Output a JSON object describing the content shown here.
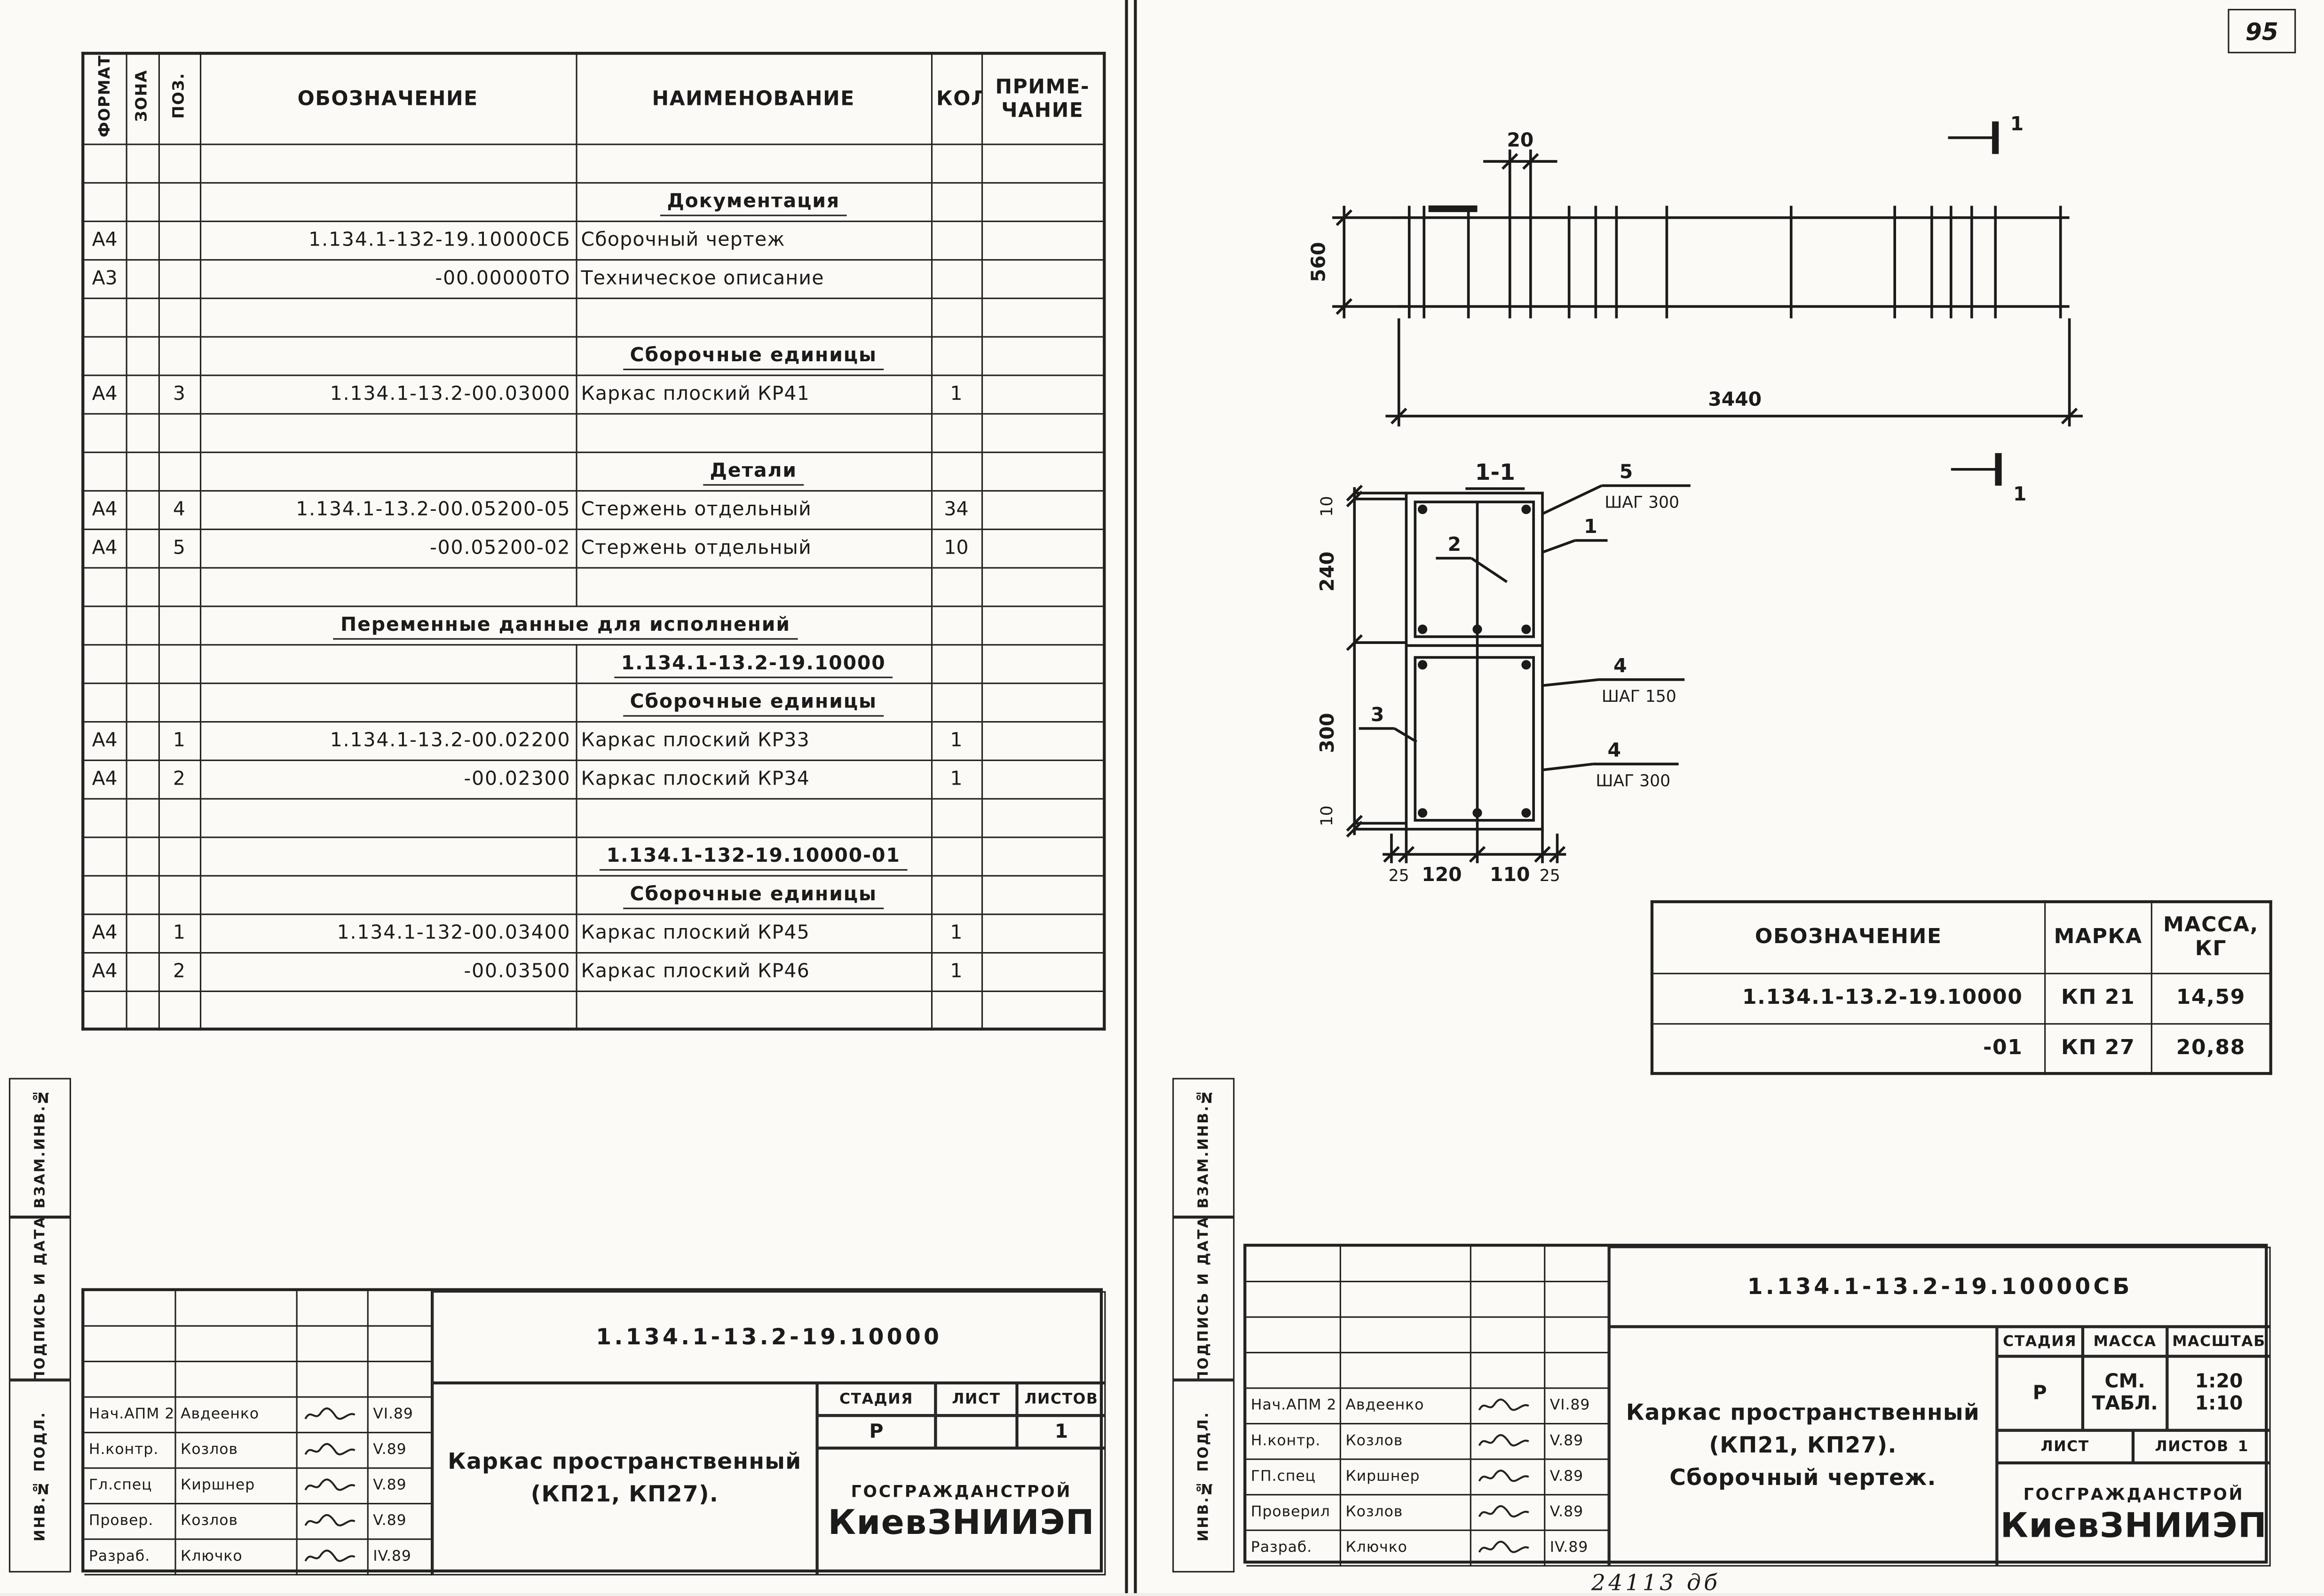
{
  "page_number": "95",
  "colors": {
    "ink": "#1b1b1b",
    "paper": "#fbfaf6"
  },
  "side_labels": [
    "ВЗАМ.ИНВ.№",
    "ПОДПИСЬ И ДАТА",
    "ИНВ.№ ПОДЛ."
  ],
  "left_sheet": {
    "spec_table": {
      "headers": {
        "format": "ФОРМАТ",
        "zone": "ЗОНА",
        "pos": "ПОЗ.",
        "designation": "ОБОЗНАЧЕНИЕ",
        "name": "НАИМЕНОВАНИЕ",
        "qty": "КОЛ.",
        "note": "ПРИМЕ-\nЧАНИЕ"
      },
      "rows": [
        {
          "type": "empty"
        },
        {
          "type": "section",
          "name": "Документация"
        },
        {
          "type": "item",
          "format": "А4",
          "pos": "",
          "designation": "1.134.1-132-19.10000СБ",
          "name": "Сборочный чертеж",
          "qty": ""
        },
        {
          "type": "item",
          "format": "А3",
          "pos": "",
          "designation": "-00.00000ТО",
          "name": "Техническое описание",
          "qty": ""
        },
        {
          "type": "empty"
        },
        {
          "type": "section",
          "name": "Сборочные единицы"
        },
        {
          "type": "item",
          "format": "А4",
          "pos": "3",
          "designation": "1.134.1-13.2-00.03000",
          "name": "Каркас плоский КР41",
          "qty": "1"
        },
        {
          "type": "empty"
        },
        {
          "type": "section",
          "name": "Детали"
        },
        {
          "type": "item",
          "format": "А4",
          "pos": "4",
          "designation": "1.134.1-13.2-00.05200-05",
          "name": "Стержень отдельный",
          "qty": "34"
        },
        {
          "type": "item",
          "format": "А4",
          "pos": "5",
          "designation": "-00.05200-02",
          "name": "Стержень отдельный",
          "qty": "10"
        },
        {
          "type": "empty"
        },
        {
          "type": "span",
          "name": "Переменные данные для исполнений"
        },
        {
          "type": "section",
          "name": "1.134.1-13.2-19.10000"
        },
        {
          "type": "section",
          "name": "Сборочные единицы"
        },
        {
          "type": "item",
          "format": "А4",
          "pos": "1",
          "designation": "1.134.1-13.2-00.02200",
          "name": "Каркас плоский КР33",
          "qty": "1"
        },
        {
          "type": "item",
          "format": "А4",
          "pos": "2",
          "designation": "-00.02300",
          "name": "Каркас плоский КР34",
          "qty": "1"
        },
        {
          "type": "empty"
        },
        {
          "type": "section",
          "name": "1.134.1-132-19.10000-01"
        },
        {
          "type": "section",
          "name": "Сборочные единицы"
        },
        {
          "type": "item",
          "format": "А4",
          "pos": "1",
          "designation": "1.134.1-132-00.03400",
          "name": "Каркас плоский КР45",
          "qty": "1"
        },
        {
          "type": "item",
          "format": "А4",
          "pos": "2",
          "designation": "-00.03500",
          "name": "Каркас плоский КР46",
          "qty": "1"
        },
        {
          "type": "empty"
        }
      ]
    },
    "title_block": {
      "doc_number": "1.134.1-13.2-19.10000",
      "title_lines": [
        "Каркас пространственный",
        "(КП21, КП27)."
      ],
      "stage_headers": [
        "СТАДИЯ",
        "ЛИСТ",
        "ЛИСТОВ"
      ],
      "stage_values": [
        "Р",
        "",
        "1"
      ],
      "org_line1": "ГОСГРАЖДАНСТРОЙ",
      "org_line2": "КиевЗНИИЭП",
      "signatures": [
        [
          "Нач.АПМ 2",
          "Авдеенко",
          "VI.89"
        ],
        [
          "Н.контр.",
          "Козлов",
          "V.89"
        ],
        [
          "Гл.спец",
          "Киршнер",
          "V.89"
        ],
        [
          "Провер.",
          "Козлов",
          "V.89"
        ],
        [
          "Разраб.",
          "Ключко",
          "IV.89"
        ]
      ]
    }
  },
  "right_sheet": {
    "drawing": {
      "elevation": {
        "dim_top": "20",
        "dim_height": "560",
        "dim_length": "3440",
        "section_mark_top": "1",
        "section_mark_bottom": "1"
      },
      "section": {
        "title": "1-1",
        "callout_5": "5",
        "callout_5_note": "ШАГ 300",
        "callout_1": "1",
        "callout_2": "2",
        "callout_4a": "4",
        "callout_4a_note": "ШАГ 150",
        "callout_4b": "4",
        "callout_4b_note": "ШАГ 300",
        "callout_3": "3",
        "dims_left": [
          "10",
          "240",
          "300",
          "10"
        ],
        "dims_bottom": [
          "25",
          "120",
          "110",
          "25"
        ]
      }
    },
    "marka_table": {
      "headers": {
        "designation": "ОБОЗНАЧЕНИЕ",
        "marka": "МАРКА",
        "mass_line1": "МАССА,",
        "mass_line2": "КГ"
      },
      "rows": [
        [
          "1.134.1-13.2-19.10000",
          "КП 21",
          "14,59"
        ],
        [
          "-01",
          "КП 27",
          "20,88"
        ]
      ]
    },
    "title_block": {
      "doc_number": "1.134.1-13.2-19.10000СБ",
      "title_lines": [
        "Каркас пространственный",
        "(КП21, КП27).",
        "Сборочный чертеж."
      ],
      "stage_headers": [
        "СТАДИЯ",
        "МАССА",
        "МАСШТАБ"
      ],
      "stage_value": "Р",
      "mass_value_lines": [
        "СМ.",
        "ТАБЛ."
      ],
      "scale_value_lines": [
        "1:20",
        "1:10"
      ],
      "sheet_label": "ЛИСТ",
      "sheets_label": "ЛИСТОВ",
      "sheets_value": "1",
      "org_line1": "ГОСГРАЖДАНСТРОЙ",
      "org_line2": "КиевЗНИИЭП",
      "signatures": [
        [
          "Нач.АПМ 2",
          "Авдеенко",
          "VI.89"
        ],
        [
          "Н.контр.",
          "Козлов",
          "V.89"
        ],
        [
          "ГП.спец",
          "Киршнер",
          "V.89"
        ],
        [
          "Проверил",
          "Козлов",
          "V.89"
        ],
        [
          "Разраб.",
          "Ключко",
          "IV.89"
        ]
      ]
    },
    "note": "24113  дб"
  }
}
